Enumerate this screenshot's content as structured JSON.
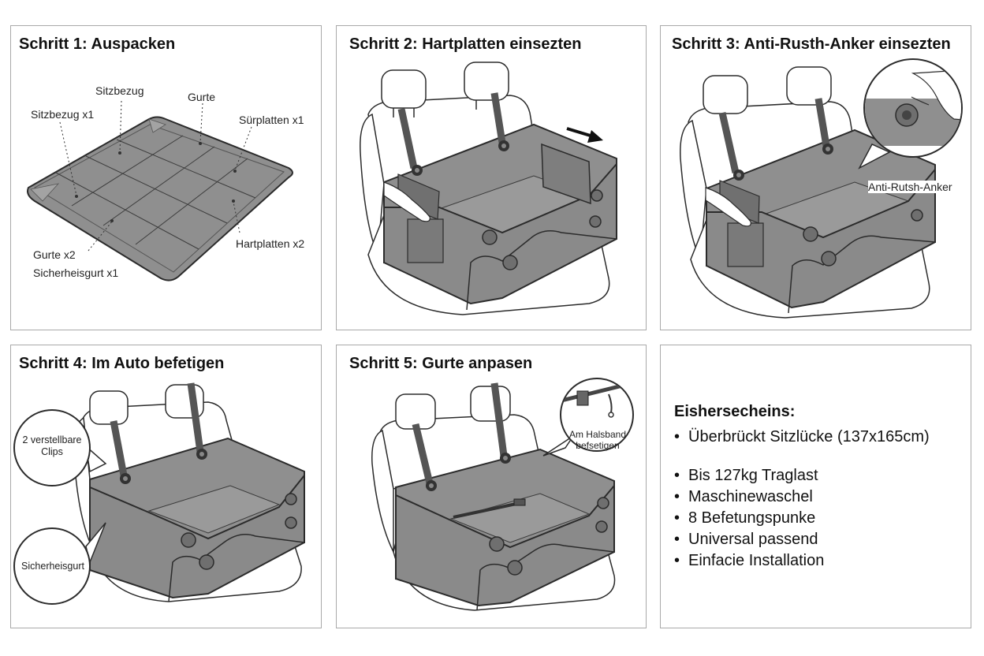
{
  "panels": [
    {
      "title": "Schritt 1: Auspacken",
      "labels": {
        "sitzbezug": "Sitzbezug",
        "gurte": "Gurte",
        "sitzbezug_x1": "Sitzbezug x1",
        "surplatten_x1": "Sürplatten x1",
        "hartplatten_x2": "Hartplatten x2",
        "gurte_x2": "Gurte x2",
        "sicherheitsgurt_x1": "Sicherheisgurt x1"
      }
    },
    {
      "title": "Schritt 2: Hartplatten einsezten"
    },
    {
      "title": "Schritt 3: Anti-Rusth-Anker einsezten",
      "callout": "Anti-Rutsh-Anker"
    },
    {
      "title": "Schritt 4: Im Auto befetigen",
      "callout_clips": "2 verstellbare Clips",
      "callout_belt": "Sicherheisgurt"
    },
    {
      "title": "Schritt 5: Gurte anpasen",
      "callout": "Am Halsband befsetigen"
    }
  ],
  "features": {
    "title": "Eishersecheins:",
    "items": [
      "Überbrückt Sitzlücke (137x165cm)",
      "Bis 127kg Traglast",
      "Maschinewaschel",
      "8 Befetungspunke",
      "Universal passend",
      "Einfacie Installation"
    ],
    "bullet": "•"
  },
  "colors": {
    "fabric": "#8f8f8f",
    "fabric_dark": "#6f6f6f",
    "outline": "#2b2b2b",
    "border": "#a9a9a9"
  }
}
